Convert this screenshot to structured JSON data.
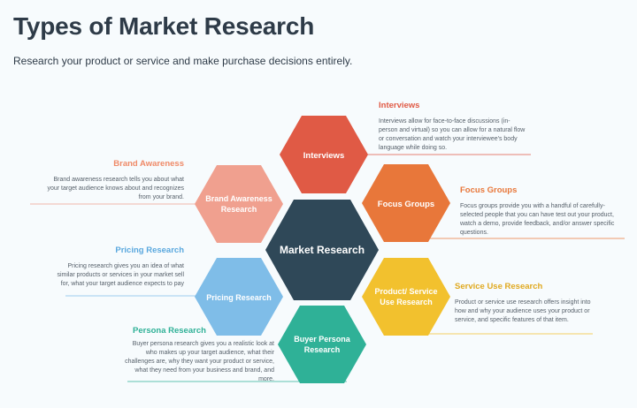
{
  "title": "Types of Market Research",
  "subtitle": "Research your product or service and make purchase decisions entirely.",
  "center": {
    "label": "Market Research",
    "color": "#2f4858"
  },
  "hexes": {
    "interviews": {
      "label": [
        "Interviews"
      ],
      "color": "#e05a45"
    },
    "focus_groups": {
      "label": [
        "Focus Groups"
      ],
      "color": "#e8773a"
    },
    "service_use": {
      "label": [
        "Product/ Service",
        "Use Research"
      ],
      "color": "#f2c12e"
    },
    "buyer_persona": {
      "label": [
        "Buyer Persona",
        "Research"
      ],
      "color": "#2fb197"
    },
    "pricing": {
      "label": [
        "Pricing Research"
      ],
      "color": "#7fbde8"
    },
    "brand_awareness": {
      "label": [
        "Brand Awareness",
        "Research"
      ],
      "color": "#f0a08f"
    }
  },
  "callouts": {
    "interviews": {
      "heading": "Interviews",
      "color": "#e05a45",
      "text": "Interviews allow for face-to-face discussions (in-person and virtual) so you can allow for a natural flow or conversation and watch your interviewee's body language while doing so."
    },
    "focus_groups": {
      "heading": "Focus Groups",
      "color": "#e8773a",
      "text": "Focus groups provide you with a handful of carefully-selected people that you can have test out your product, watch a demo, provide feedback, and/or answer specific questions."
    },
    "service_use": {
      "heading": "Service Use Research",
      "color": "#e0a920",
      "text": "Product or service use research offers insight into how and why your audience uses your product or service, and specific features of that item."
    },
    "brand_awareness": {
      "heading": "Brand Awareness",
      "color": "#ef8a68",
      "text": "Brand awareness research tells you about what your target audience knows about and recognizes from your brand."
    },
    "pricing": {
      "heading": "Pricing Research",
      "color": "#5aa8de",
      "text": "Pricing research gives you an idea of what similar products or services in your market sell for, what your target audience expects to pay"
    },
    "persona": {
      "heading": "Persona Research",
      "color": "#2fb197",
      "text": "Buyer persona research gives you a realistic look at who makes up your target audience, what their challenges are, why they want your product or service, what they need from your business and brand, and more."
    }
  }
}
